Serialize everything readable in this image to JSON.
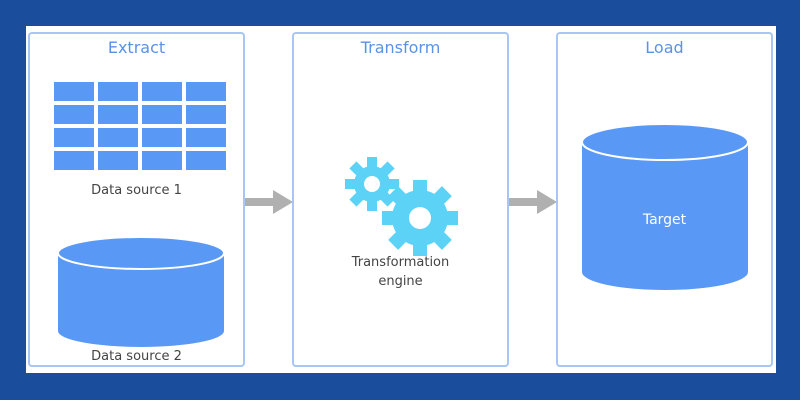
{
  "stages": {
    "extract": {
      "title": "Extract",
      "source1_label": "Data source 1",
      "source2_label": "Data source 2"
    },
    "transform": {
      "title": "Transform",
      "engine_label_line1": "Transformation",
      "engine_label_line2": "engine"
    },
    "load": {
      "title": "Load",
      "target_label": "Target"
    }
  },
  "colors": {
    "background": "#1a4d9c",
    "panel_border": "#a8c6f5",
    "title_text": "#5a92e6",
    "shape_fill": "#5a98f5",
    "gear_fill": "#5cd2f7",
    "arrow": "#b0b0b0"
  },
  "icons": [
    "table-icon",
    "database-icon",
    "gear-icon",
    "arrow-right-icon"
  ]
}
